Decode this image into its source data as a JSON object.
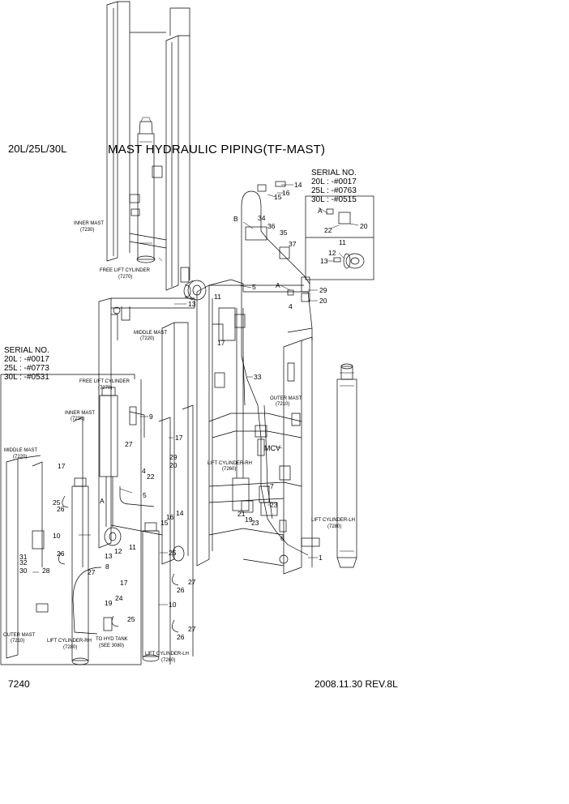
{
  "header": {
    "model": "20L/25L/30L",
    "title": "MAST HYDRAULIC PIPING(TF-MAST)"
  },
  "serial_top": {
    "heading": "SERIAL NO.",
    "lines": [
      "20L : -#0017",
      "25L : -#0763",
      "30L : -#0515"
    ]
  },
  "serial_left": {
    "heading": "SERIAL NO.",
    "lines": [
      "20L : -#0017",
      "25L : -#0773",
      "30L : -#0531"
    ]
  },
  "labels": {
    "inner_mast_top": [
      "INNER MAST",
      "(7230)"
    ],
    "free_lift_top": [
      "FREE LIFT CYLINDER",
      "(7270)"
    ],
    "middle_mast_main": [
      "MIDDLE MAST",
      "(7220)"
    ],
    "outer_mast_main": [
      "OUTER MAST",
      "(7210)"
    ],
    "lift_rh_main": [
      "LIFT CYLINDER-RH",
      "(7260)"
    ],
    "lift_lh_main": [
      "LIFT CYLINDER-LH",
      "(7280)"
    ],
    "mcv": "MCV",
    "free_lift_left": [
      "FREE LIFT CYLINDER",
      "(7270)"
    ],
    "inner_mast_left": [
      "INNER MAST",
      "(7230)"
    ],
    "middle_mast_left": [
      "MIDDLE MAST",
      "(7220)"
    ],
    "outer_mast_left": [
      "OUTER MAST",
      "(7210)"
    ],
    "lift_rh_left": [
      "LIFT CYLINDER-RH",
      "(7280)"
    ],
    "lift_lh_left": [
      "LIFT CYLINDER-LH",
      "(7260)"
    ],
    "hyd_tank": [
      "TO HYD TANK",
      "(SEE 3080)"
    ]
  },
  "callouts_main": [
    "14",
    "16",
    "15",
    "34",
    "36",
    "35",
    "37",
    "B",
    "5",
    "A",
    "29",
    "4",
    "20",
    "13",
    "11",
    "17",
    "33",
    "7",
    "6",
    "23",
    "21",
    "19",
    "23",
    "1"
  ],
  "callouts_top_inset": [
    "A",
    "22",
    "20",
    "11",
    "12",
    "13"
  ],
  "callouts_left_inset": [
    "9",
    "17",
    "27",
    "29",
    "20",
    "4",
    "22",
    "17",
    "25",
    "26",
    "A",
    "5",
    "16",
    "14",
    "10",
    "15",
    "13",
    "12",
    "11",
    "25",
    "31",
    "32",
    "30",
    "26",
    "28",
    "8",
    "27",
    "17",
    "24",
    "19",
    "25",
    "10",
    "27",
    "26",
    "27",
    "26"
  ],
  "footer": {
    "page": "7240",
    "revision": "2008.11.30  REV.8L"
  }
}
